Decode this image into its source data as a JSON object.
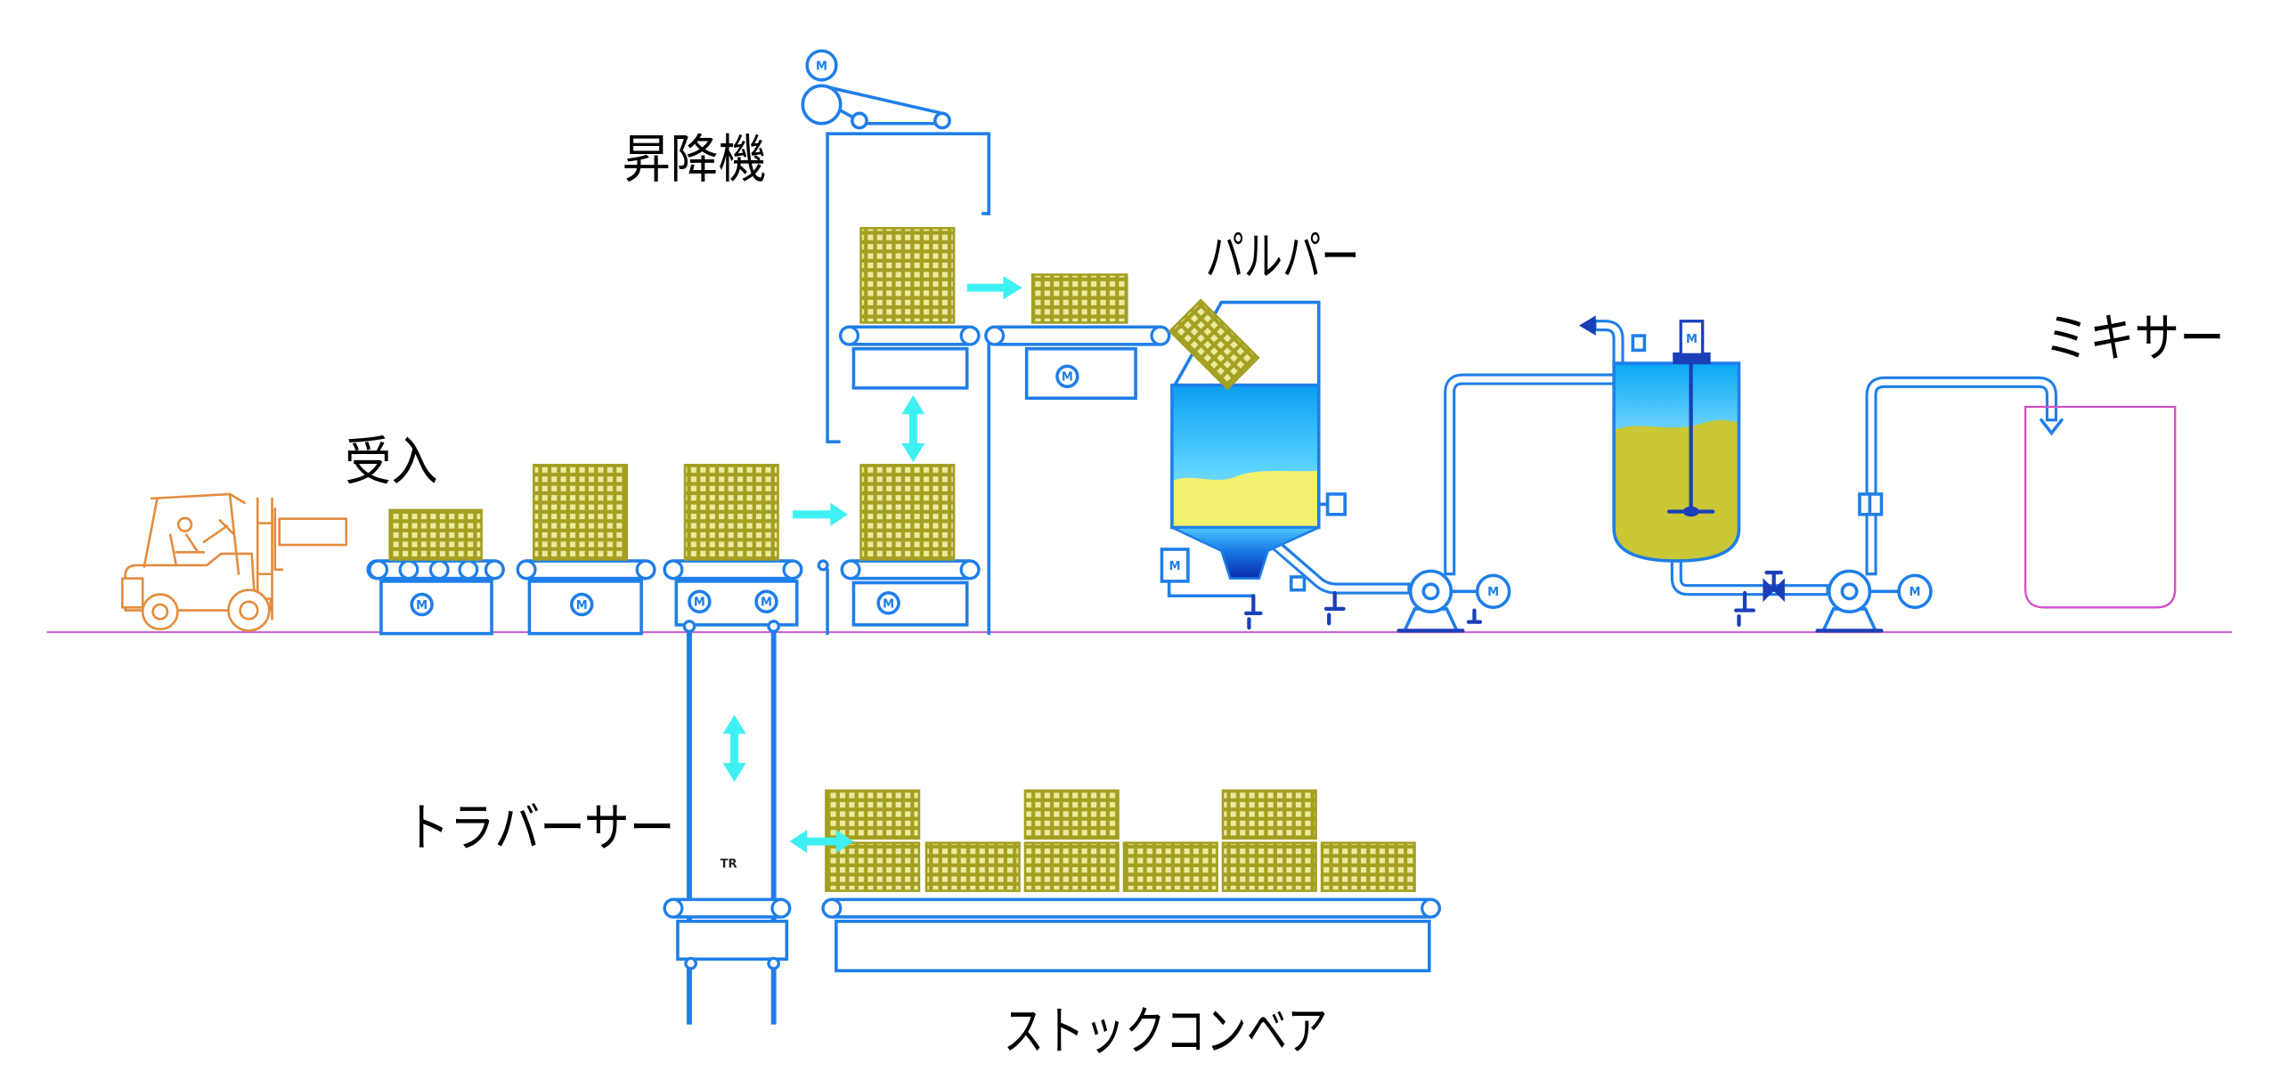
{
  "diagram": {
    "labels": {
      "elevator": "昇降機",
      "pulper": "パルパー",
      "mixer": "ミキサー",
      "receiving": "受入",
      "traverser": "トラバーサー",
      "stock_conveyor": "ストックコンベア"
    },
    "motor_label": "M",
    "traverser_tag": "TR"
  },
  "colors": {
    "equipment": "#1f7ee8",
    "equipment_dark": "#1a3fb8",
    "flow_arrow": "#3ff0f2",
    "crate": "#a29f22",
    "crate_hole": "#ecea9c",
    "ground_line": "#cf63d6",
    "forklift": "#e38c3d",
    "mixer_vessel": "#d24fc9",
    "pulp_liquid": "#f2f06c",
    "mix_liquid": "#c9c736",
    "label_text": "#000000"
  }
}
